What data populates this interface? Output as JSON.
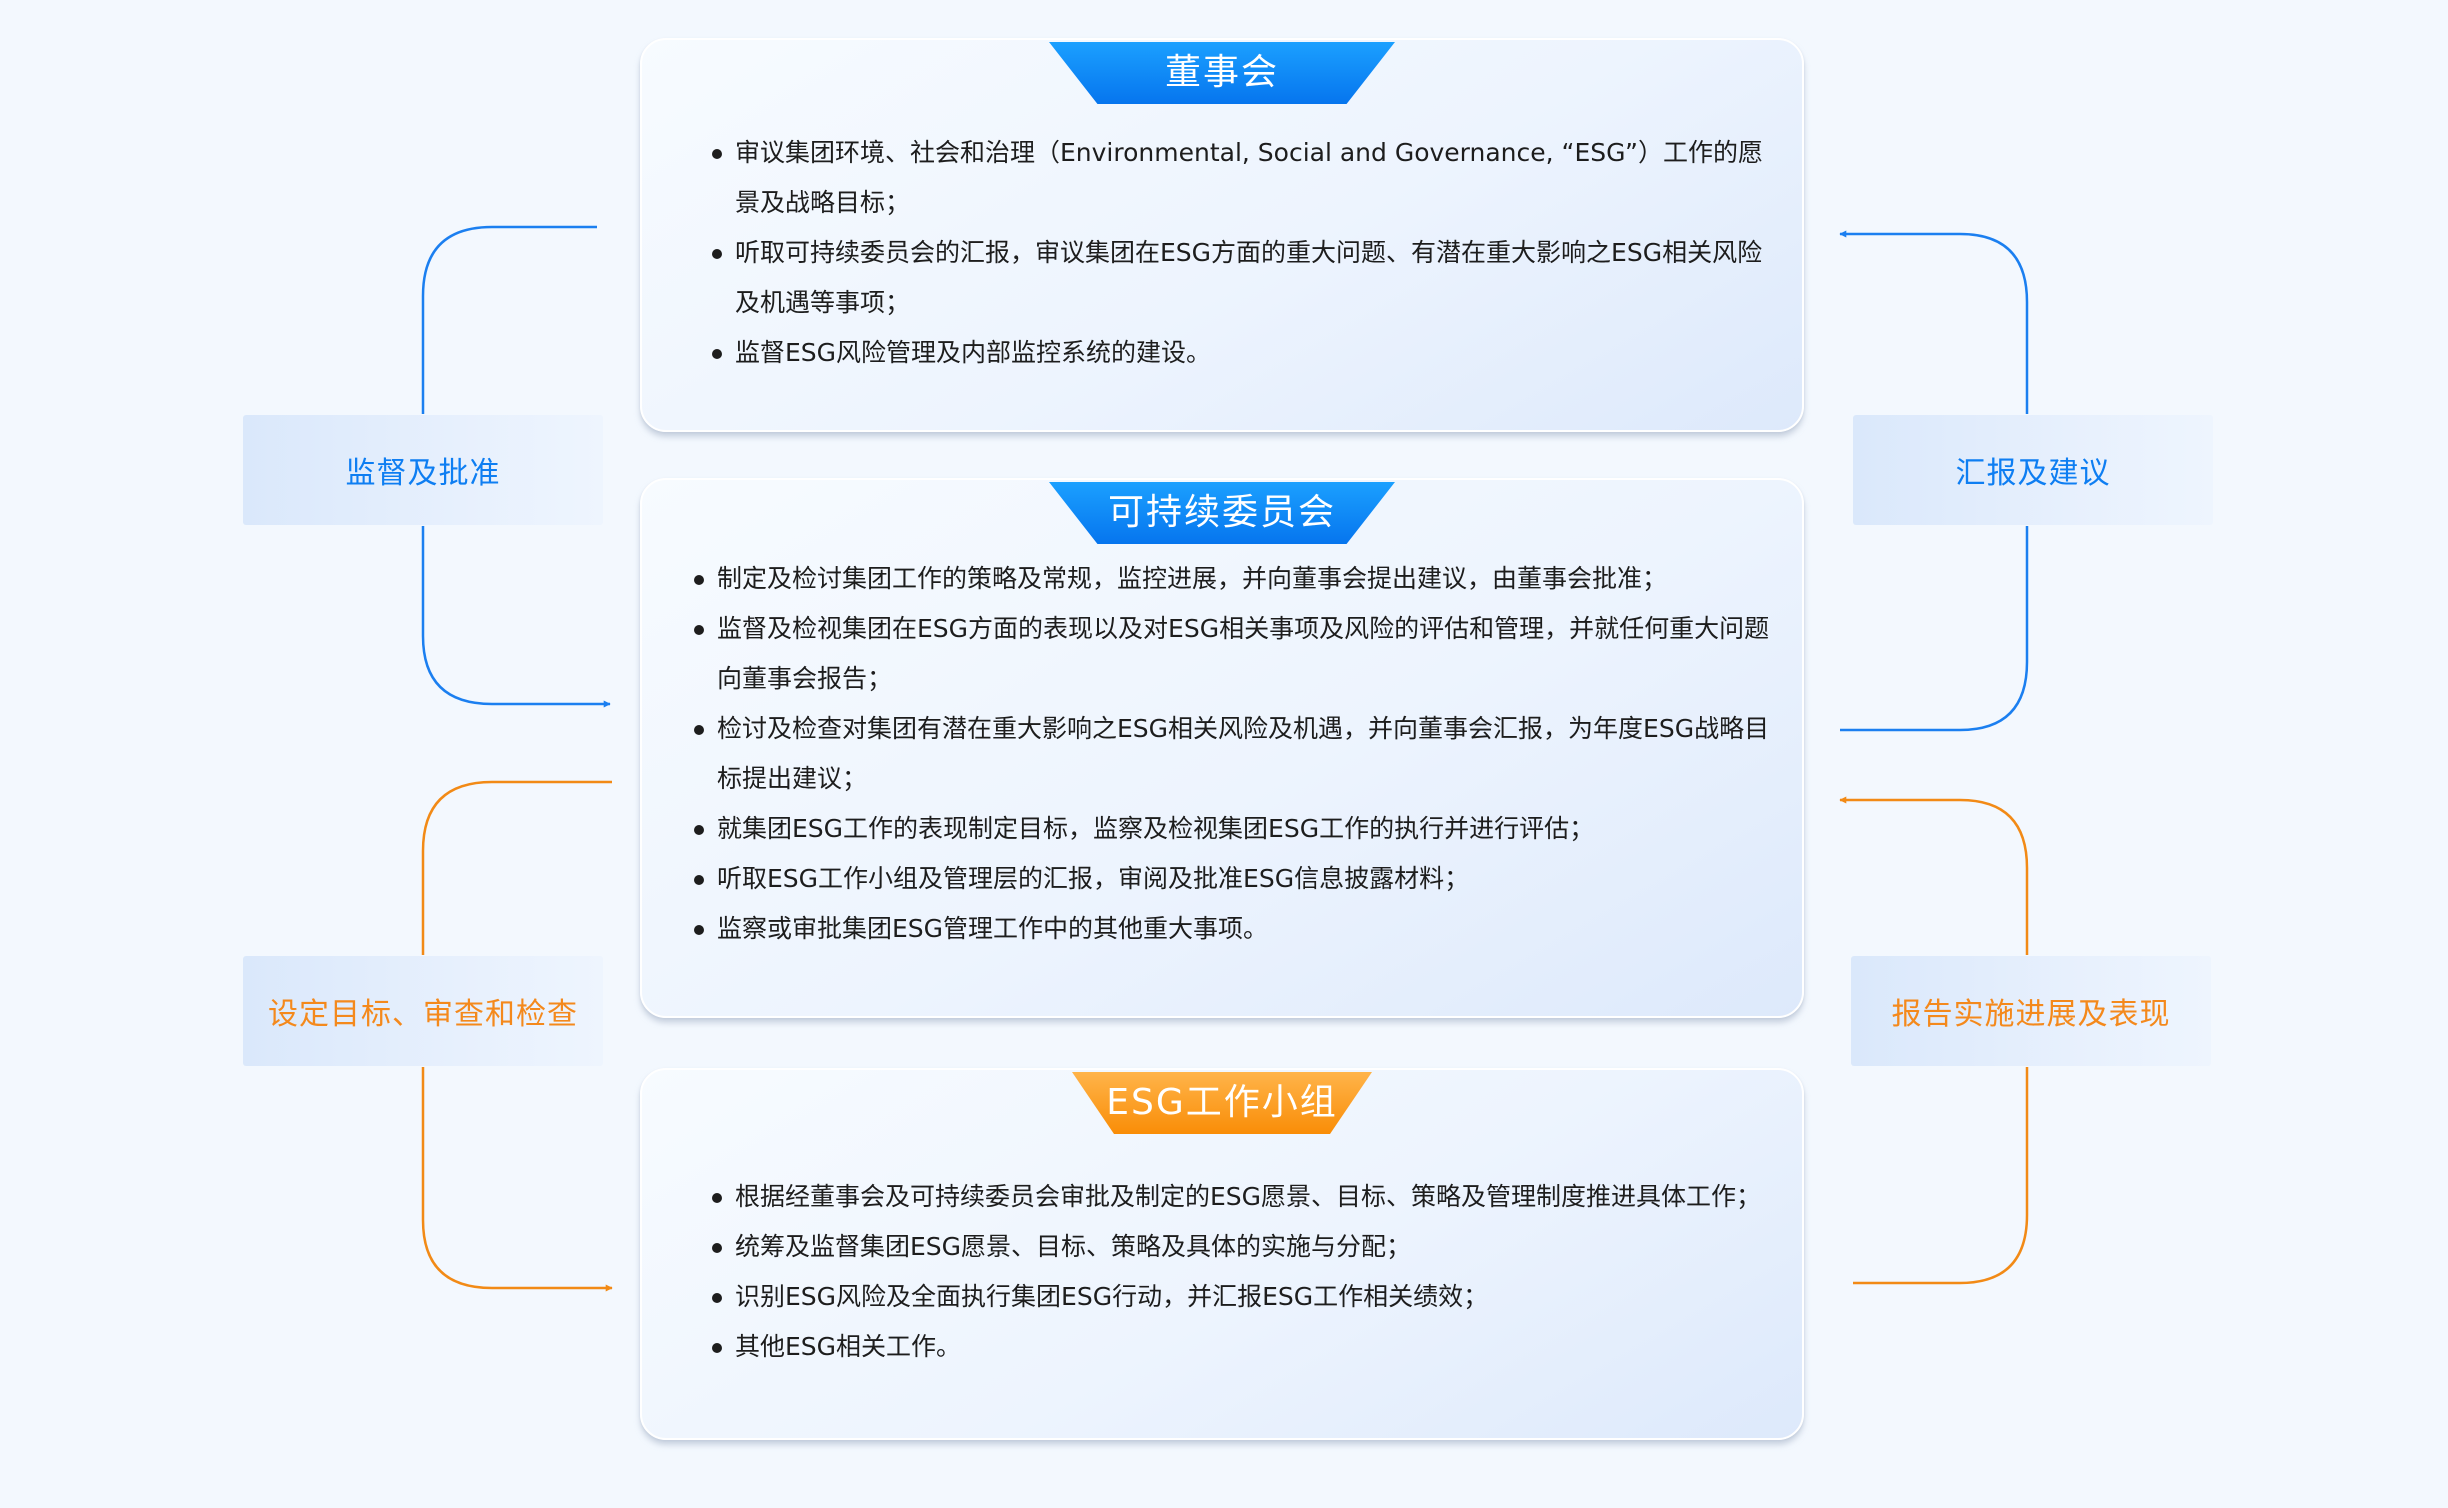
{
  "cards": {
    "board": {
      "title": "董事会",
      "items": [
        "审议集团环境、社会和治理（Environmental, Social and Governance, “ESG”）工作的愿景及战略目标；",
        "听取可持续委员会的汇报，审议集团在ESG方面的重大问题、有潜在重大影响之ESG相关风险及机遇等事项；",
        "监督ESG风险管理及内部监控系统的建设。"
      ]
    },
    "committee": {
      "title": "可持续委员会",
      "items": [
        "制定及检讨集团工作的策略及常规，监控进展，并向董事会提出建议，由董事会批准；",
        "监督及检视集团在ESG方面的表现以及对ESG相关事项及风险的评估和管理，并就任何重大问题向董事会报告；",
        "检讨及检查对集团有潜在重大影响之ESG相关风险及机遇，并向董事会汇报，为年度ESG战略目标提出建议；",
        "就集团ESG工作的表现制定目标，监察及检视集团ESG工作的执行并进行评估；",
        "听取ESG工作小组及管理层的汇报，审阅及批准ESG信息披露材料；",
        "监察或审批集团ESG管理工作中的其他重大事项。"
      ]
    },
    "workgroup": {
      "title": "ESG工作小组",
      "items": [
        "根据经董事会及可持续委员会审批及制定的ESG愿景、目标、策略及管理制度推进具体工作；",
        "统筹及监督集团ESG愿景、目标、策略及具体的实施与分配；",
        "识别ESG风险及全面执行集团ESG行动，并汇报ESG工作相关绩效；",
        "其他ESG相关工作。"
      ]
    }
  },
  "side_labels": {
    "supervise": "监督及批准",
    "report": "汇报及建议",
    "target": "设定目标、审查和检查",
    "progress": "报告实施进展及表现"
  },
  "colors": {
    "blue_accent": "#0e7ef2",
    "orange_accent": "#f4891c",
    "background": "#f3f8fe"
  }
}
